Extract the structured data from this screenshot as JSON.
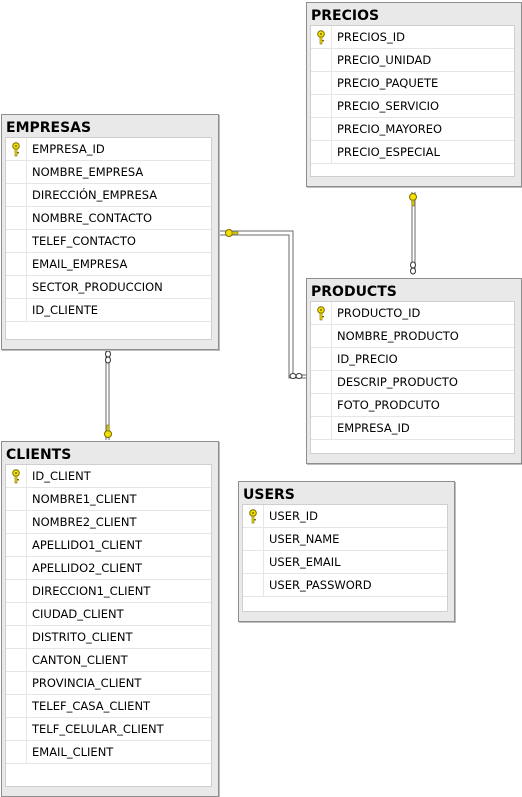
{
  "tables": {
    "precios": {
      "name": "PRECIOS",
      "columns": [
        "PRECIOS_ID",
        "PRECIO_UNIDAD",
        "PRECIO_PAQUETE",
        "PRECIO_SERVICIO",
        "PRECIO_MAYOREO",
        "PRECIO_ESPECIAL"
      ],
      "pk_index": 0
    },
    "empresas": {
      "name": "EMPRESAS",
      "columns": [
        "EMPRESA_ID",
        "NOMBRE_EMPRESA",
        "DIRECCIÓN_EMPRESA",
        "NOMBRE_CONTACTO",
        "TELEF_CONTACTO",
        "EMAIL_EMPRESA",
        "SECTOR_PRODUCCION",
        "ID_CLIENTE"
      ],
      "pk_index": 0
    },
    "products": {
      "name": "PRODUCTS",
      "columns": [
        "PRODUCTO_ID",
        "NOMBRE_PRODUCTO",
        "ID_PRECIO",
        "DESCRIP_PRODUCTO",
        "FOTO_PRODCUTO",
        "EMPRESA_ID"
      ],
      "pk_index": 0
    },
    "clients": {
      "name": "CLIENTS",
      "columns": [
        "ID_CLIENT",
        "NOMBRE1_CLIENT",
        "NOMBRE2_CLIENT",
        "APELLIDO1_CLIENT",
        "APELLIDO2_CLIENT",
        "DIRECCION1_CLIENT",
        "CIUDAD_CLIENT",
        "DISTRITO_CLIENT",
        "CANTON_CLIENT",
        "PROVINCIA_CLIENT",
        "TELEF_CASA_CLIENT",
        "TELF_CELULAR_CLIENT",
        "EMAIL_CLIENT"
      ],
      "pk_index": 0
    },
    "users": {
      "name": "USERS",
      "columns": [
        "USER_ID",
        "USER_NAME",
        "USER_EMAIL",
        "USER_PASSWORD"
      ],
      "pk_index": 0
    }
  },
  "relationships": [
    {
      "from": "precios",
      "to": "products",
      "one_end": "precios",
      "many_end": "products"
    },
    {
      "from": "empresas",
      "to": "products",
      "one_end": "empresas",
      "many_end": "products"
    },
    {
      "from": "clients",
      "to": "empresas",
      "one_end": "clients",
      "many_end": "empresas"
    }
  ],
  "icons": {
    "primary_key": "key-icon",
    "one_end": "key-icon",
    "many_end": "infinity-icon"
  },
  "colors": {
    "key_fill": "#f2e100",
    "key_stroke": "#7a6a00",
    "line": "#6a6a6a"
  }
}
